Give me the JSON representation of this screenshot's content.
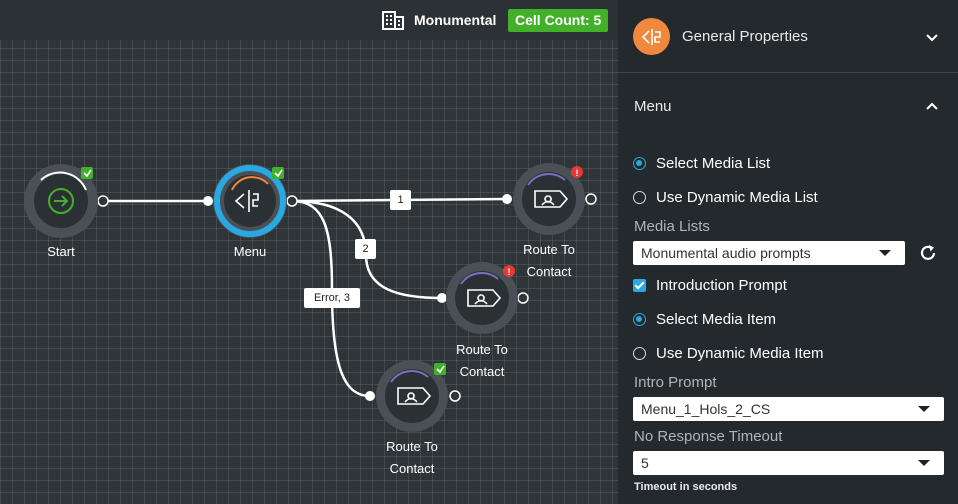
{
  "header": {
    "org_name": "Monumental",
    "org_icon": "building-icon",
    "cell_count_label": "Cell Count: 5"
  },
  "flow": {
    "nodes": [
      {
        "id": "start",
        "label": "Start",
        "status": "ok"
      },
      {
        "id": "menu",
        "label": "Menu",
        "status": "ok",
        "selected": true
      },
      {
        "id": "route1",
        "label": "Route To Contact",
        "status": "error"
      },
      {
        "id": "route2",
        "label": "Route To Contact",
        "status": "error"
      },
      {
        "id": "route3",
        "label": "Route To Contact",
        "status": "ok"
      }
    ],
    "edges": [
      {
        "from": "start",
        "to": "menu",
        "label": ""
      },
      {
        "from": "menu",
        "to": "route1",
        "label": "1"
      },
      {
        "from": "menu",
        "to": "route2",
        "label": "2"
      },
      {
        "from": "menu",
        "to": "route3",
        "label": "Error, 3"
      }
    ]
  },
  "panel": {
    "general_title": "General Properties",
    "menu_title": "Menu",
    "select_media_list": "Select Media List",
    "use_dynamic_media_list": "Use Dynamic Media List",
    "media_lists_label": "Media Lists",
    "media_lists_value": "Monumental audio prompts",
    "intro_prompt_checkbox": "Introduction Prompt",
    "select_media_item": "Select Media Item",
    "use_dynamic_media_item": "Use Dynamic Media Item",
    "intro_prompt_label": "Intro Prompt",
    "intro_prompt_value": "Menu_1_Hols_2_CS",
    "no_response_label": "No Response Timeout",
    "no_response_value": "5",
    "timeout_hint": "Timeout in seconds"
  },
  "colors": {
    "accent": "#29a9e1",
    "ok_green": "#43b02a",
    "error_red": "#e53935",
    "menu_orange": "#f0883e"
  }
}
